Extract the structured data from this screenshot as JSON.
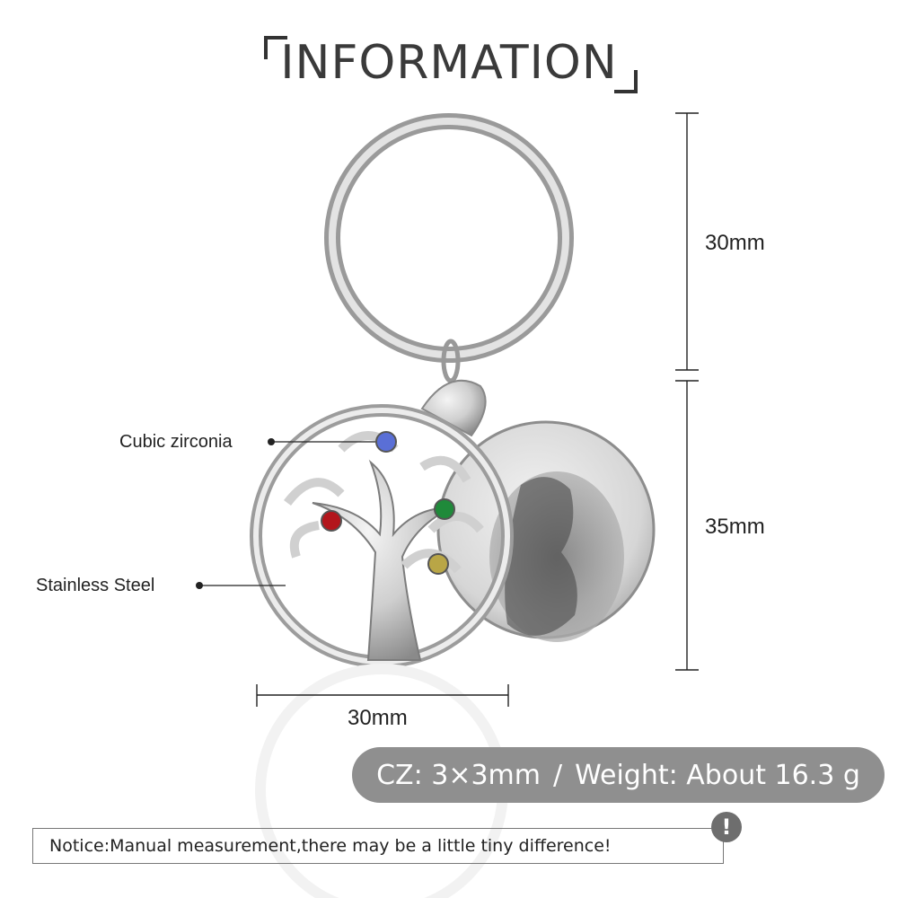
{
  "header": {
    "title": "INFORMATION"
  },
  "dimensions": {
    "ring_height": "30mm",
    "pendant_height": "35mm",
    "pendant_width": "30mm"
  },
  "callouts": {
    "stone": "Cubic zirconia",
    "metal": "Stainless Steel"
  },
  "specs": {
    "cz_size": "CZ: 3×3mm",
    "separator": "/",
    "weight": "Weight: About 16.3 g"
  },
  "notice": {
    "text": "Notice:Manual measurement,there may be a little tiny difference!",
    "icon": "exclamation-icon",
    "icon_glyph": "!"
  },
  "colors": {
    "pill_bg": "#8f8f8f",
    "stone_blue": "#5a6fd6",
    "stone_green": "#1f8a3a",
    "stone_red": "#b3161c",
    "stone_yellow": "#b9a646"
  }
}
